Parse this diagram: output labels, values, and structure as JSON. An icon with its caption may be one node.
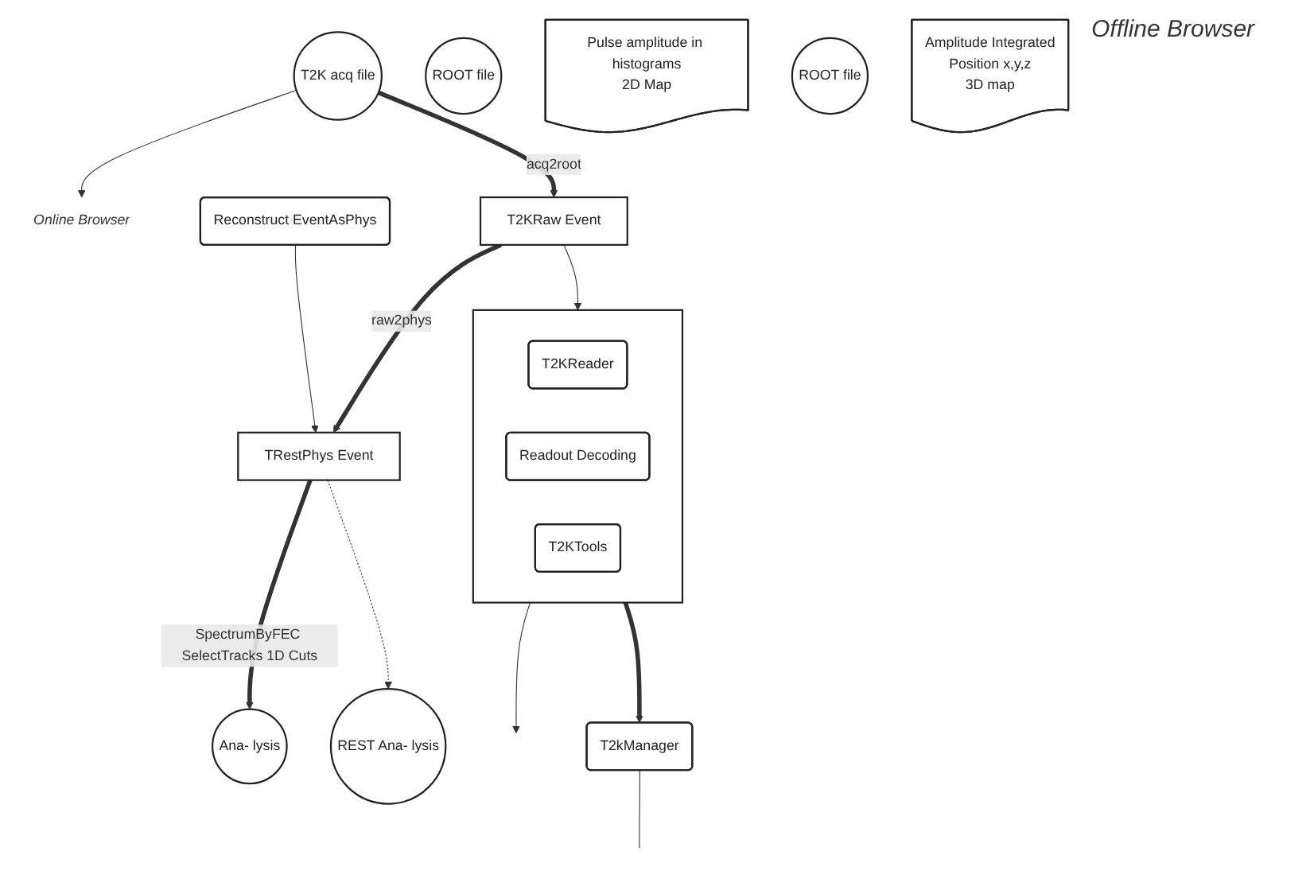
{
  "diagram": {
    "nodes": [
      {
        "text": [
          "T2K acq file"
        ]
      },
      {
        "text": [
          "Online Browser"
        ]
      },
      {
        "text": [],
        "shape": "box"
      },
      {
        "text": [
          "T2KReader"
        ],
        "in": 2
      },
      {
        "text": [
          "Readout Decoding"
        ],
        "in": 2
      },
      {
        "text": [
          "T2KTools"
        ],
        "in": 2
      },
      {
        "text": [
          "Reconstruct EventAsPhys"
        ]
      },
      {
        "text": [
          "T2kManager"
        ]
      },
      {
        "text": [
          "T2KRaw Event"
        ]
      },
      {
        "text": [
          "ROOT file"
        ]
      },
      {
        "text": [
          "Pulse amplitude in histograms",
          "2D Map"
        ]
      },
      {
        "text": [
          "TRestPhys Event"
        ]
      },
      {
        "text": [
          "ROOT file"
        ]
      },
      {
        "text": [
          "Amplitude Integrated",
          "Position x,y,z",
          "3D map"
        ]
      },
      {
        "text": [
          "Ana- lysis"
        ]
      },
      {
        "text": [
          "REST Ana- lysis"
        ]
      }
    ],
    "edges": [
      {
        "from": 0,
        "to": 1,
        "arrow": "to"
      },
      {
        "from": 0,
        "to": 8,
        "arrow": "to",
        "label": "acq2root",
        "style": "thick"
      },
      {
        "from": 2,
        "to": null,
        "arrow": "to"
      },
      {
        "from": 8,
        "to": 2,
        "arrow": "to"
      },
      {
        "from": 2,
        "to": 7,
        "arrow": "to",
        "style": "thick"
      },
      {
        "from": 6,
        "to": 11,
        "arrow": "to"
      },
      {
        "from": 7,
        "to": null,
        "arrow": "none"
      },
      {
        "from": 8,
        "to": 11,
        "arrow": "to",
        "label": "raw2phys",
        "style": "thick"
      },
      {
        "from": 11,
        "to": 14,
        "arrow": "to",
        "label": "SpectrumByFEC SelectTracks 1D Cuts",
        "style": "thick"
      },
      {
        "from": 11,
        "to": 15,
        "arrow": "to",
        "style": "dashed"
      }
    ],
    "labels": [
      "Offline Browser"
    ]
  }
}
